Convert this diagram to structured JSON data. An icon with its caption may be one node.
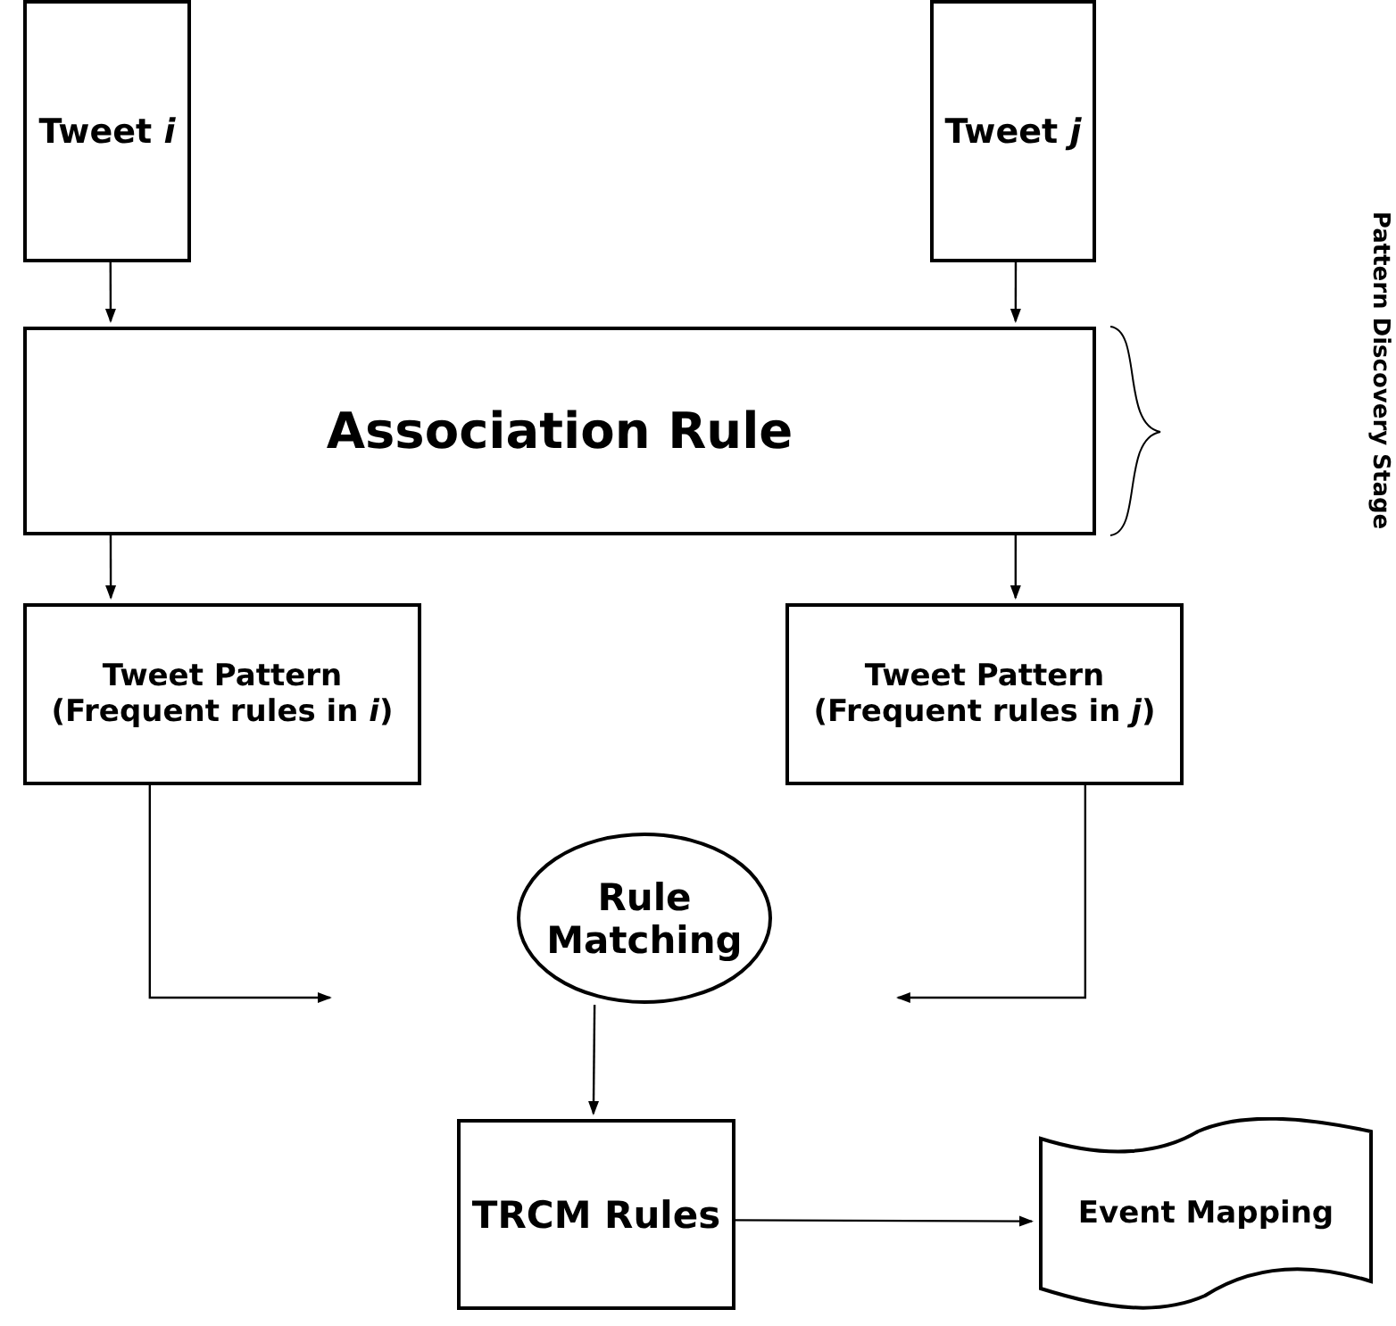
{
  "diagram": {
    "nodes": [
      {
        "text": [
          "Tweet *i*"
        ]
      },
      {
        "text": [
          "Tweet *j*"
        ]
      },
      {
        "text": [
          "Association Rule"
        ]
      },
      {
        "text": [
          "Tweet Pattern (Frequent rules in *i*)"
        ]
      },
      {
        "text": [
          "Tweet Pattern (Frequent rules in *j*)"
        ]
      },
      {
        "text": [
          "Rule Matching"
        ]
      },
      {
        "text": [
          "TRCM Rules"
        ]
      },
      {
        "text": [
          "Event Mapping"
        ]
      }
    ],
    "edges": [
      {
        "from": 0,
        "to": 2,
        "arrow": "to"
      },
      {
        "from": 1,
        "to": 2,
        "arrow": "to"
      },
      {
        "from": 2,
        "to": 3,
        "arrow": "to"
      },
      {
        "from": 2,
        "to": 4,
        "arrow": "to"
      },
      {
        "from": 3,
        "to": null,
        "arrow": "to"
      },
      {
        "from": 4,
        "to": null,
        "arrow": "to"
      },
      {
        "from": 5,
        "to": 6,
        "arrow": "to"
      },
      {
        "from": 6,
        "to": 7,
        "arrow": "to"
      }
    ],
    "labels": [
      "Pattern Discovery Stage"
    ]
  }
}
